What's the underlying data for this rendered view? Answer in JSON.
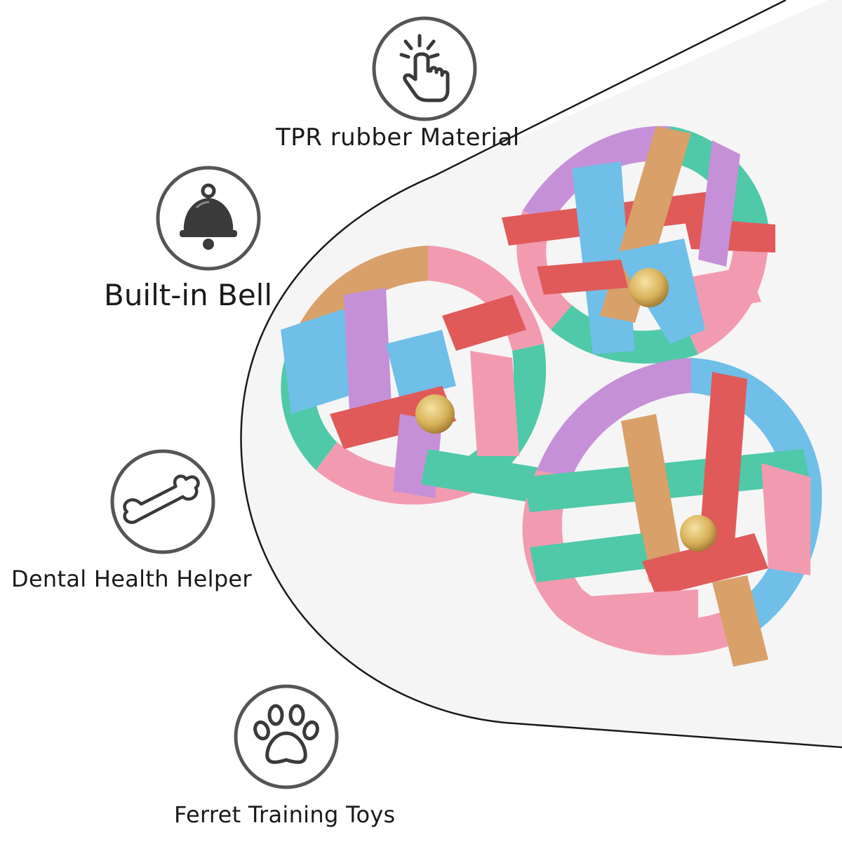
{
  "features": [
    {
      "label": "TPR rubber Material",
      "icon": "pointing-hand-icon"
    },
    {
      "label": "Built-in Bell",
      "icon": "bell-icon"
    },
    {
      "label": "Dental Health Helper",
      "icon": "bone-icon"
    },
    {
      "label": "Ferret Training Toys",
      "icon": "paw-icon"
    }
  ],
  "colors": {
    "icon_stroke": "#555555",
    "text": "#1a1a1a",
    "panel_outline": "#1a1a1a",
    "panel_fill": "#f5f5f5",
    "strap_pink": "#f29bb0",
    "strap_red": "#e05a5a",
    "strap_blue": "#6fbfe8",
    "strap_green": "#4fc9a8",
    "strap_purple": "#c690d8",
    "strap_tan": "#d9a06a",
    "bell_gold": "#d8b25a"
  }
}
